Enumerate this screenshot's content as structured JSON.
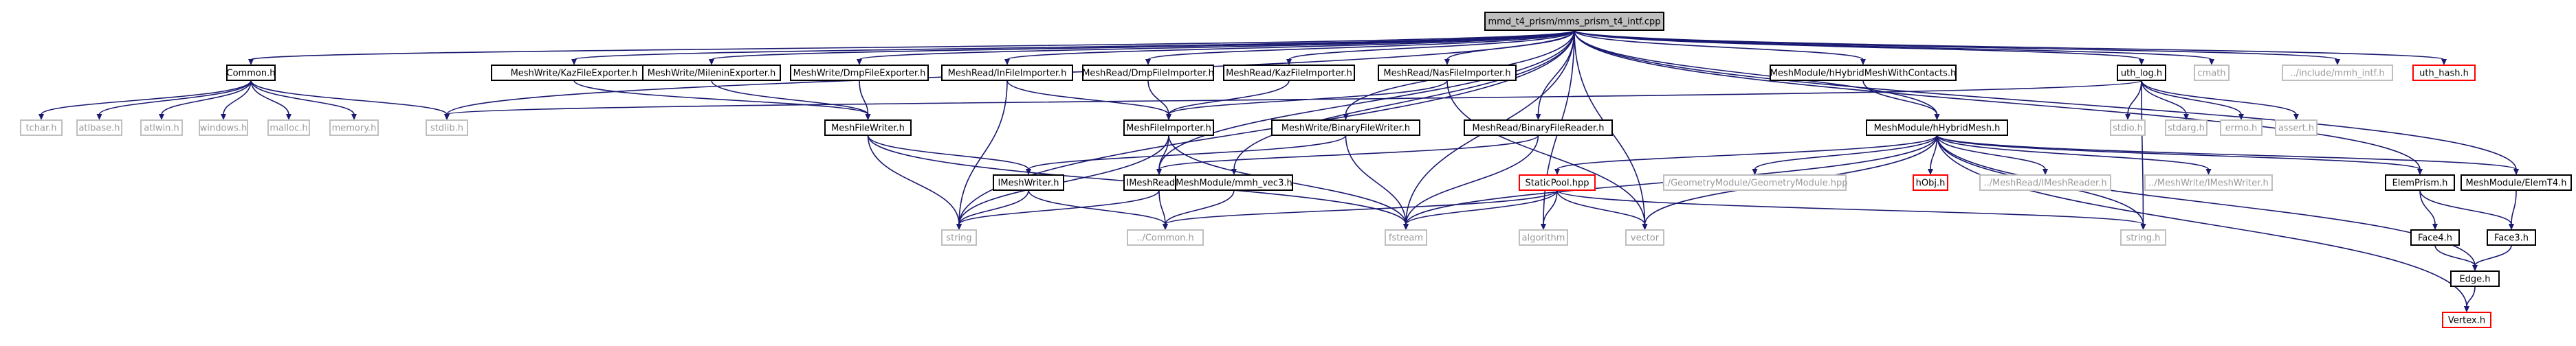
{
  "colors": {
    "edge": "#191970",
    "edge_dashed": "#9a9a9a",
    "box_border": "#000000",
    "root_fill": "#bfbfbf",
    "missing_border": "#ff0000",
    "undocumented_border": "#bfbfbf",
    "node_fill": "#ffffff"
  },
  "nodes": [
    {
      "id": "root",
      "label": "mmd_t4_prism/mms_prism_t4_intf.cpp",
      "kind": "root"
    },
    {
      "id": "common",
      "label": "Common.h",
      "kind": "normal"
    },
    {
      "id": "kaz_exp",
      "label": "MeshWrite/KazFileExporter.h",
      "kind": "normal"
    },
    {
      "id": "mil_exp",
      "label": "MeshWrite/MileninExporter.h",
      "kind": "normal"
    },
    {
      "id": "dmp_exp",
      "label": "MeshWrite/DmpFileExporter.h",
      "kind": "normal"
    },
    {
      "id": "inf_imp",
      "label": "MeshRead/InFileImporter.h",
      "kind": "normal"
    },
    {
      "id": "dmp_imp",
      "label": "MeshRead/DmpFileImporter.h",
      "kind": "normal"
    },
    {
      "id": "kaz_imp",
      "label": "MeshRead/KazFileImporter.h",
      "kind": "normal"
    },
    {
      "id": "nas_imp",
      "label": "MeshRead/NasFileImporter.h",
      "kind": "normal"
    },
    {
      "id": "hybcont",
      "label": "MeshModule/hHybridMeshWithContacts.h",
      "kind": "normal"
    },
    {
      "id": "uth_log",
      "label": "uth_log.h",
      "kind": "normal"
    },
    {
      "id": "cmath",
      "label": "cmath",
      "kind": "undoc"
    },
    {
      "id": "mmh_intf",
      "label": "../include/mmh_intf.h",
      "kind": "undoc"
    },
    {
      "id": "uth_hash",
      "label": "uth_hash.h",
      "kind": "missing"
    },
    {
      "id": "tchar",
      "label": "tchar.h",
      "kind": "undoc"
    },
    {
      "id": "atlbase",
      "label": "atlbase.h",
      "kind": "undoc"
    },
    {
      "id": "atlwin",
      "label": "atlwin.h",
      "kind": "undoc"
    },
    {
      "id": "windows",
      "label": "windows.h",
      "kind": "undoc"
    },
    {
      "id": "malloc",
      "label": "malloc.h",
      "kind": "undoc"
    },
    {
      "id": "memory",
      "label": "memory.h",
      "kind": "undoc"
    },
    {
      "id": "stdlib",
      "label": "stdlib.h",
      "kind": "undoc"
    },
    {
      "id": "mfw",
      "label": "MeshFileWriter.h",
      "kind": "normal"
    },
    {
      "id": "mfi",
      "label": "MeshFileImporter.h",
      "kind": "normal"
    },
    {
      "id": "bfw",
      "label": "MeshWrite/BinaryFileWriter.h",
      "kind": "normal"
    },
    {
      "id": "bfr",
      "label": "MeshRead/BinaryFileReader.h",
      "kind": "normal"
    },
    {
      "id": "hhm",
      "label": "MeshModule/hHybridMesh.h",
      "kind": "normal"
    },
    {
      "id": "stdio",
      "label": "stdio.h",
      "kind": "undoc"
    },
    {
      "id": "stdarg",
      "label": "stdarg.h",
      "kind": "undoc"
    },
    {
      "id": "errno",
      "label": "errno.h",
      "kind": "undoc"
    },
    {
      "id": "assert",
      "label": "assert.h",
      "kind": "undoc"
    },
    {
      "id": "imw",
      "label": "IMeshWriter.h",
      "kind": "normal"
    },
    {
      "id": "imr",
      "label": "IMeshReader.h",
      "kind": "normal"
    },
    {
      "id": "vec3",
      "label": "MeshModule/mmh_vec3.h",
      "kind": "normal"
    },
    {
      "id": "spool",
      "label": "StaticPool.hpp",
      "kind": "missing"
    },
    {
      "id": "geom",
      "label": "../GeometryModule/GeometryModule.hpp",
      "kind": "undoc"
    },
    {
      "id": "hobj",
      "label": "hObj.h",
      "kind": "missing"
    },
    {
      "id": "imr2",
      "label": "../MeshRead/IMeshReader.h",
      "kind": "undoc"
    },
    {
      "id": "imw2",
      "label": "../MeshWrite/IMeshWriter.h",
      "kind": "undoc"
    },
    {
      "id": "eprism",
      "label": "ElemPrism.h",
      "kind": "normal"
    },
    {
      "id": "et4",
      "label": "MeshModule/ElemT4.h",
      "kind": "normal"
    },
    {
      "id": "string",
      "label": "string",
      "kind": "undoc"
    },
    {
      "id": "common2",
      "label": "../Common.h",
      "kind": "undoc"
    },
    {
      "id": "fstream",
      "label": "fstream",
      "kind": "undoc"
    },
    {
      "id": "algorithm",
      "label": "algorithm",
      "kind": "undoc"
    },
    {
      "id": "vector",
      "label": "vector",
      "kind": "undoc"
    },
    {
      "id": "stringh",
      "label": "string.h",
      "kind": "undoc"
    },
    {
      "id": "face4",
      "label": "Face4.h",
      "kind": "normal"
    },
    {
      "id": "face3",
      "label": "Face3.h",
      "kind": "normal"
    },
    {
      "id": "edge",
      "label": "Edge.h",
      "kind": "normal"
    },
    {
      "id": "vertex",
      "label": "Vertex.h",
      "kind": "missing"
    }
  ],
  "edges": [
    [
      "root",
      "common"
    ],
    [
      "root",
      "kaz_exp"
    ],
    [
      "root",
      "mil_exp"
    ],
    [
      "root",
      "dmp_exp"
    ],
    [
      "root",
      "inf_imp"
    ],
    [
      "root",
      "dmp_imp"
    ],
    [
      "root",
      "kaz_imp"
    ],
    [
      "root",
      "nas_imp"
    ],
    [
      "root",
      "hybcont"
    ],
    [
      "root",
      "uth_log"
    ],
    [
      "root",
      "cmath"
    ],
    [
      "root",
      "mmh_intf"
    ],
    [
      "root",
      "uth_hash"
    ],
    [
      "root",
      "stdlib"
    ],
    [
      "root",
      "string"
    ],
    [
      "root",
      "fstream"
    ],
    [
      "root",
      "algorithm"
    ],
    [
      "root",
      "vector"
    ],
    [
      "root",
      "bfw"
    ],
    [
      "root",
      "bfr"
    ],
    [
      "root",
      "hhm"
    ],
    [
      "root",
      "vec3"
    ],
    [
      "root",
      "imr"
    ],
    [
      "root",
      "eprism"
    ],
    [
      "root",
      "et4"
    ],
    [
      "common",
      "tchar"
    ],
    [
      "common",
      "atlbase"
    ],
    [
      "common",
      "atlwin"
    ],
    [
      "common",
      "windows"
    ],
    [
      "common",
      "malloc"
    ],
    [
      "common",
      "memory"
    ],
    [
      "common",
      "stdlib"
    ],
    [
      "kaz_exp",
      "mfw"
    ],
    [
      "mil_exp",
      "mfw"
    ],
    [
      "dmp_exp",
      "mfw"
    ],
    [
      "inf_imp",
      "mfi"
    ],
    [
      "dmp_imp",
      "mfi"
    ],
    [
      "kaz_imp",
      "mfi"
    ],
    [
      "nas_imp",
      "mfi"
    ],
    [
      "inf_imp",
      "string"
    ],
    [
      "nas_imp",
      "vector"
    ],
    [
      "hybcont",
      "hhm"
    ],
    [
      "uth_log",
      "stdio"
    ],
    [
      "uth_log",
      "stdarg"
    ],
    [
      "uth_log",
      "errno"
    ],
    [
      "uth_log",
      "assert"
    ],
    [
      "uth_log",
      "stdlib"
    ],
    [
      "uth_log",
      "stringh"
    ],
    [
      "mfw",
      "imw"
    ],
    [
      "mfw",
      "string"
    ],
    [
      "mfw",
      "fstream"
    ],
    [
      "mfi",
      "imr"
    ],
    [
      "mfi",
      "string"
    ],
    [
      "mfi",
      "fstream"
    ],
    [
      "bfw",
      "imw"
    ],
    [
      "bfw",
      "fstream"
    ],
    [
      "bfr",
      "imr"
    ],
    [
      "bfr",
      "fstream"
    ],
    [
      "hhm",
      "spool"
    ],
    [
      "hhm",
      "geom"
    ],
    [
      "hhm",
      "hobj"
    ],
    [
      "hhm",
      "imr2"
    ],
    [
      "hhm",
      "imw2"
    ],
    [
      "hhm",
      "eprism"
    ],
    [
      "hhm",
      "et4"
    ],
    [
      "hhm",
      "vector"
    ],
    [
      "hhm",
      "fstream"
    ],
    [
      "hhm",
      "stringh"
    ],
    [
      "hhm",
      "edge"
    ],
    [
      "hhm",
      "vertex"
    ],
    [
      "imw",
      "string"
    ],
    [
      "imw",
      "common2"
    ],
    [
      "imr",
      "string"
    ],
    [
      "imr",
      "common2"
    ],
    [
      "vec3",
      "common2"
    ],
    [
      "spool",
      "common2"
    ],
    [
      "spool",
      "fstream"
    ],
    [
      "spool",
      "algorithm"
    ],
    [
      "spool",
      "vector"
    ],
    [
      "spool",
      "stringh"
    ],
    [
      "eprism",
      "face4"
    ],
    [
      "eprism",
      "face3"
    ],
    [
      "et4",
      "face3"
    ],
    [
      "face4",
      "edge"
    ],
    [
      "face3",
      "edge"
    ],
    [
      "edge",
      "vertex"
    ]
  ]
}
